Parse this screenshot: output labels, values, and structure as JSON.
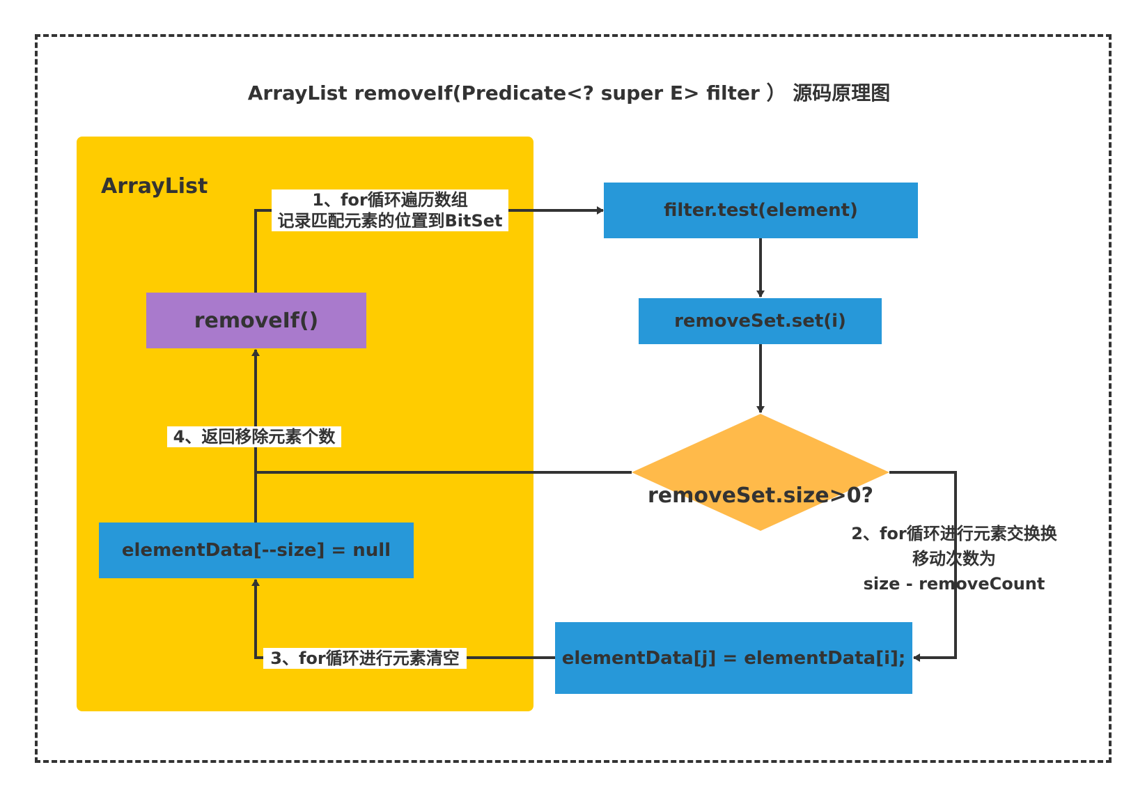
{
  "title": "ArrayList removeIf(Predicate<? super E> filter ）  源码原理图",
  "panel": {
    "label": "ArrayList"
  },
  "nodes": {
    "remove_if": "removeIf()",
    "element_data_null": "elementData[--size] = null",
    "filter_test": "filter.test(element)",
    "remove_set_set": "removeSet.set(i)",
    "remove_set_size": "removeSet.size>0?",
    "element_data_assign": "elementData[j] = elementData[i];"
  },
  "edge_labels": {
    "step1": [
      "1、for循环遍历数组",
      "记录匹配元素的位置到BitSet"
    ],
    "step2": [
      "2、for循环进行元素交换换",
      "移动次数为",
      "size - removeCount"
    ],
    "step3": "3、for循环进行元素清空",
    "step4": "4、返回移除元素个数"
  },
  "colors": {
    "panel": "#FFCC00",
    "process_blue": "#2798D9",
    "method_purple": "#A97ACC",
    "decision_orange": "#FFBA4A",
    "line": "#333333"
  }
}
